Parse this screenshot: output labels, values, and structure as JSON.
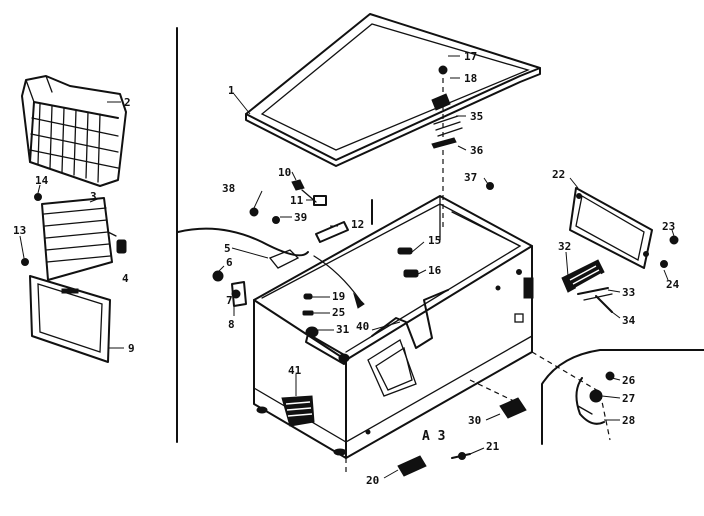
{
  "callouts": [
    {
      "id": "c1",
      "text": "1"
    },
    {
      "id": "c2",
      "text": "2"
    },
    {
      "id": "c3",
      "text": "3"
    },
    {
      "id": "c4",
      "text": "4"
    },
    {
      "id": "c5",
      "text": "5"
    },
    {
      "id": "c6",
      "text": "6"
    },
    {
      "id": "c7",
      "text": "7"
    },
    {
      "id": "c8",
      "text": "8"
    },
    {
      "id": "c9",
      "text": "9"
    },
    {
      "id": "c10",
      "text": "10"
    },
    {
      "id": "c11",
      "text": "11"
    },
    {
      "id": "c12",
      "text": "12"
    },
    {
      "id": "c13",
      "text": "13"
    },
    {
      "id": "c14",
      "text": "14"
    },
    {
      "id": "c15",
      "text": "15"
    },
    {
      "id": "c16",
      "text": "16"
    },
    {
      "id": "c17",
      "text": "17"
    },
    {
      "id": "c18",
      "text": "18"
    },
    {
      "id": "c19",
      "text": "19"
    },
    {
      "id": "c20",
      "text": "20"
    },
    {
      "id": "c21",
      "text": "21"
    },
    {
      "id": "c22",
      "text": "22"
    },
    {
      "id": "c23",
      "text": "23"
    },
    {
      "id": "c24",
      "text": "24"
    },
    {
      "id": "c25",
      "text": "25"
    },
    {
      "id": "c26",
      "text": "26"
    },
    {
      "id": "c27",
      "text": "27"
    },
    {
      "id": "c28",
      "text": "28"
    },
    {
      "id": "c30",
      "text": "30"
    },
    {
      "id": "c31",
      "text": "31"
    },
    {
      "id": "c32",
      "text": "32"
    },
    {
      "id": "c33",
      "text": "33"
    },
    {
      "id": "c34",
      "text": "34"
    },
    {
      "id": "c35",
      "text": "35"
    },
    {
      "id": "c36",
      "text": "36"
    },
    {
      "id": "c37",
      "text": "37"
    },
    {
      "id": "c38",
      "text": "38"
    },
    {
      "id": "c39",
      "text": "39"
    },
    {
      "id": "c40",
      "text": "40"
    },
    {
      "id": "c41",
      "text": "41"
    }
  ],
  "cabinet_mark": "A 3"
}
